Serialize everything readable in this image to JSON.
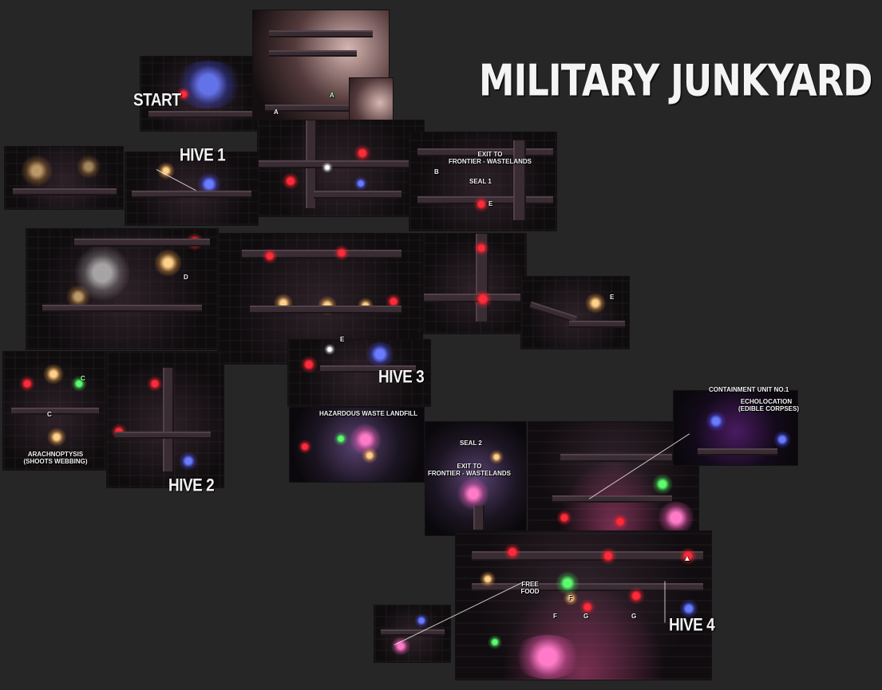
{
  "map": {
    "title": "MILITARY JUNKYARD",
    "hives": {
      "hive1": "HIVE 1",
      "hive2": "HIVE 2",
      "hive3": "HIVE 3",
      "hive4": "HIVE 4"
    },
    "start": "START",
    "locations": {
      "exit_top_line1": "EXIT TO",
      "exit_top_line2": "FRONTIER - WASTELANDS",
      "seal1": "SEAL 1",
      "seal2": "SEAL 2",
      "exit_bottom_line1": "EXIT TO",
      "exit_bottom_line2": "FRONTIER - WASTELANDS",
      "hazardous": "HAZARDOUS WASTE LANDFILL",
      "containment": "CONTAINMENT UNIT NO.1",
      "echo_line1": "ECHOLOCATION",
      "echo_line2": "(EDIBLE CORPSES)",
      "arachno_line1": "ARACHNOPTYSIS",
      "arachno_line2": "(SHOOTS WEBBING)",
      "food_line1": "FREE",
      "food_line2": "FOOD"
    },
    "markers": {
      "a": "A",
      "b": "B",
      "c": "C",
      "d": "D",
      "e": "E",
      "f": "F",
      "g": "G"
    },
    "colors": {
      "background": "#262626",
      "room": "#0f0c0e",
      "red_light": "#ff2a3a",
      "green_light": "#5dff6e",
      "pink_crystal": "#ff7ac8",
      "text": "#f2f2f2"
    }
  }
}
